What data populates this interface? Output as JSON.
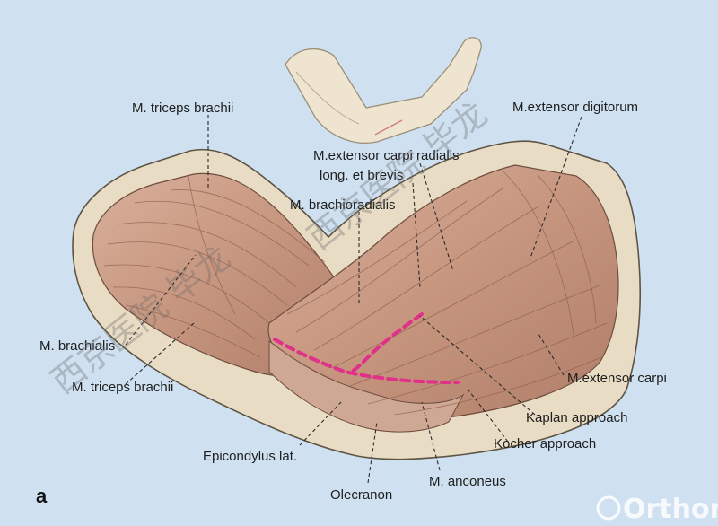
{
  "figure": {
    "panel_label": "a",
    "labels": {
      "triceps_top": "M. triceps brachii",
      "ext_digitorum": "M.extensor digitorum",
      "ext_carpi_rad_1": "M.extensor carpi radialis",
      "ext_carpi_rad_2": "long. et brevis",
      "brachioradialis": "M. brachioradialis",
      "brachialis": "M. brachialis",
      "triceps_bottom": "M. triceps brachii",
      "ext_carpi": "M.extensor carpi",
      "kaplan": "Kaplan approach",
      "kocher": "Kocher approach",
      "epicondylus": "Epicondylus lat.",
      "anconeus": "M. anconeus",
      "olecranon": "Olecranon"
    },
    "watermark_1": "西京医院 毕龙",
    "watermark_2": "西京医院 毕龙",
    "brand": "Orthonline"
  },
  "colors": {
    "background": "#cfe1f1",
    "skin": "#e8dcc4",
    "muscle": "#c89a85",
    "approach_line": "#e0308a"
  }
}
